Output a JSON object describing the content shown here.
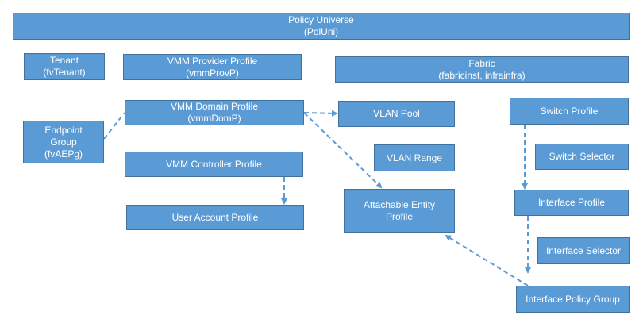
{
  "colors": {
    "box_fill": "#5b9bd5",
    "box_border": "#41719c",
    "box_text": "#ffffff",
    "connector": "#5b9bd5"
  },
  "policy_universe": {
    "line1": "Policy Universe",
    "line2": "(PolUni)"
  },
  "tenant": {
    "line1": "Tenant",
    "line2": "(fvTenant)"
  },
  "vmm_provider_profile": {
    "line1": "VMM Provider Profile",
    "line2": "(vmmProvP)"
  },
  "fabric": {
    "line1": "Fabric",
    "line2": "(fabricinst, infrainfra)"
  },
  "endpoint_group": {
    "line1": "Endpoint",
    "line2": "Group",
    "line3": "(fvAEPg)"
  },
  "vmm_domain_profile": {
    "line1": "VMM Domain Profile",
    "line2": "(vmmDomP)"
  },
  "vlan_pool": {
    "label": "VLAN Pool"
  },
  "switch_profile": {
    "label": "Switch Profile"
  },
  "vlan_range": {
    "label": "VLAN Range"
  },
  "switch_selector": {
    "label": "Switch Selector"
  },
  "vmm_controller_profile": {
    "label": "VMM Controller Profile"
  },
  "attachable_entity_profile": {
    "line1": "Attachable Entity",
    "line2": "Profile"
  },
  "interface_profile": {
    "label": "Interface Profile"
  },
  "user_account_profile": {
    "label": "User Account Profile"
  },
  "interface_selector": {
    "label": "Interface Selector"
  },
  "interface_policy_group": {
    "label": "Interface Policy Group"
  }
}
